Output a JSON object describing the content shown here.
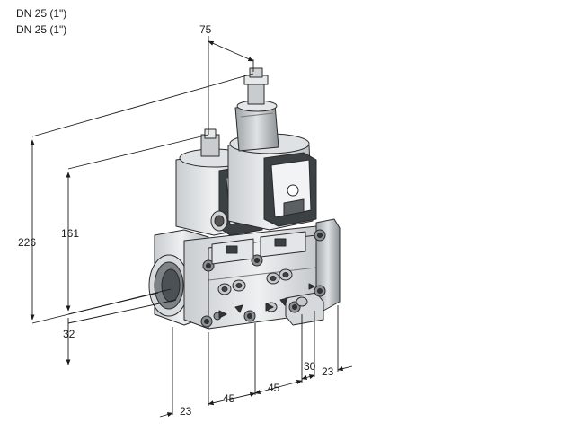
{
  "header": {
    "size_line_1": "DN 25 (1\")",
    "size_line_2": "DN 25 (1\")"
  },
  "dimensions": {
    "top_width": "75",
    "overall_height": "226",
    "actuator_height": "161",
    "base_offset": "32",
    "inlet_offset": "23",
    "module_pitch_1": "45",
    "module_pitch_2": "45",
    "outlet_block": "30",
    "outlet_offset": "23"
  }
}
